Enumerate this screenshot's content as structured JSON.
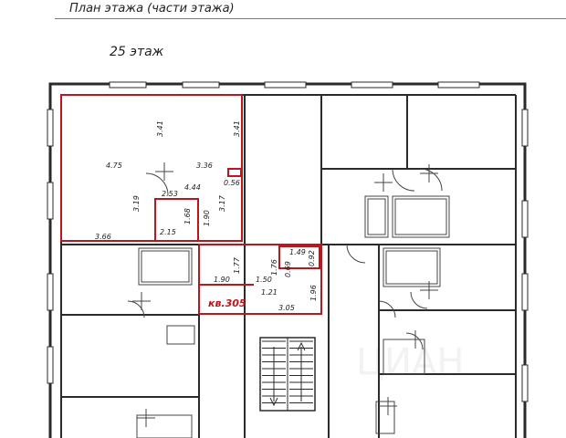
{
  "header": {
    "plan_title": "План этажа (части этажа)",
    "floor_label": "25 этаж"
  },
  "apartment": {
    "label": "кв.305",
    "highlight_color": "#c0141c"
  },
  "dimensions": {
    "d1": "3.41",
    "d2": "3.41",
    "d3": "4.75",
    "d4": "3.36",
    "d5": "0.56",
    "d6": "2.53",
    "d7": "4.44",
    "d8": "3.19",
    "d9": "3.17",
    "d10": "1.68",
    "d11": "1.90",
    "d12": "3.66",
    "d13": "2.15",
    "d14": "1.49",
    "d15": "1.76",
    "d16": "0.92",
    "d17": "0.69",
    "d18": "1.77",
    "d19": "1.90",
    "d20": "1.50",
    "d21": "1.21",
    "d22": "1.96",
    "d23": "3.05"
  },
  "colors": {
    "wall": "#2a2a2a",
    "apartment_outline": "#c0141c",
    "furniture": "#444444"
  }
}
